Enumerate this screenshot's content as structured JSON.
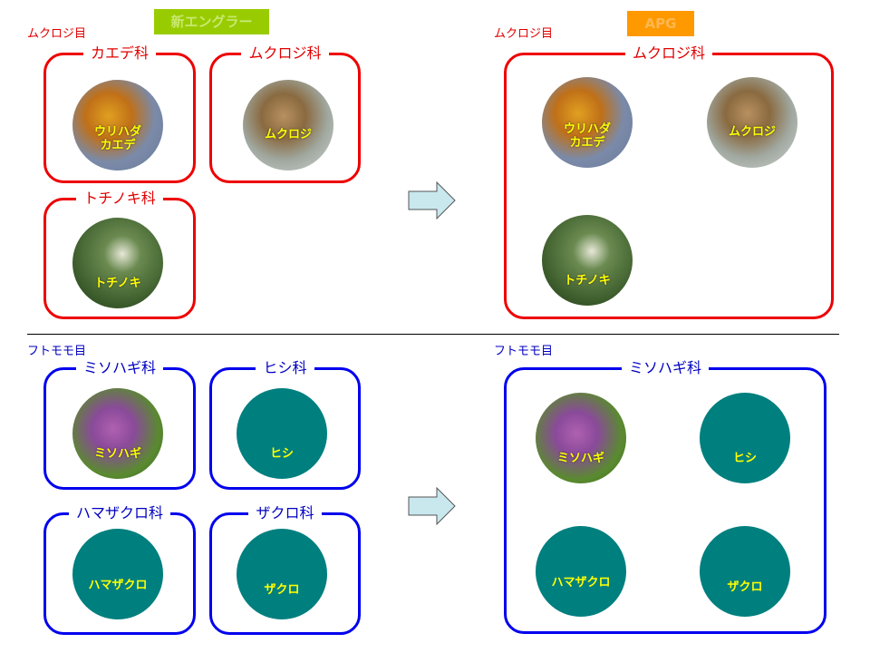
{
  "top": {
    "order": "ムクロジ目",
    "old_system": {
      "label": "新エングラー",
      "color": "#99cc00"
    },
    "new_system": {
      "label": "APG",
      "color": "#ff9900"
    },
    "old_families": [
      {
        "name": "カエデ科",
        "species": [
          "ウリハダカエデ"
        ],
        "species_lines": [
          "ウリハダ",
          "カエデ"
        ]
      },
      {
        "name": "ムクロジ科",
        "species_lines": [
          "ムクロジ"
        ]
      },
      {
        "name": "トチノキ科",
        "species_lines": [
          "トチノキ"
        ]
      }
    ],
    "new_family": {
      "name": "ムクロジ科",
      "species": [
        [
          "ウリハダ",
          "カエデ"
        ],
        "ムクロジ",
        "トチノキ"
      ]
    }
  },
  "bottom": {
    "order": "フトモモ目",
    "old_families": [
      {
        "name": "ミソハギ科",
        "species": "ミソハギ"
      },
      {
        "name": "ヒシ科",
        "species": "ヒシ"
      },
      {
        "name": "ハマザクロ科",
        "species": "ハマザクロ"
      },
      {
        "name": "ザクロ科",
        "species": "ザクロ"
      }
    ],
    "new_family": {
      "name": "ミソハギ科",
      "species": [
        "ミソハギ",
        "ヒシ",
        "ハマザクロ",
        "ザクロ"
      ]
    }
  },
  "colors": {
    "top_accent": "#ee0000",
    "bottom_accent": "#0000ee",
    "placeholder": "#007f7f",
    "species_text": "#ffff00"
  }
}
